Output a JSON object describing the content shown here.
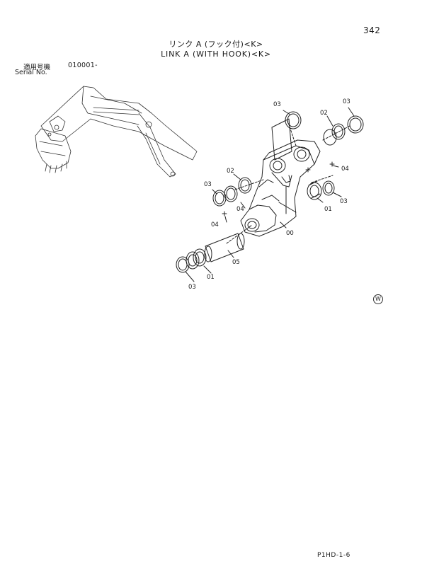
{
  "page_number": "342",
  "title_jp": "リンク A (フック付)<K>",
  "title_en": "LINK A (WITH HOOK)<K>",
  "serial": {
    "label_jp": "適用号機",
    "value": "010001-",
    "label_en": "Serial No."
  },
  "callouts": [
    "03",
    "02",
    "03",
    "04",
    "02",
    "03",
    "04",
    "01",
    "03",
    "04",
    "00",
    "05",
    "01",
    "03"
  ],
  "mark": "W",
  "footer_code": "P1HD-1-6"
}
